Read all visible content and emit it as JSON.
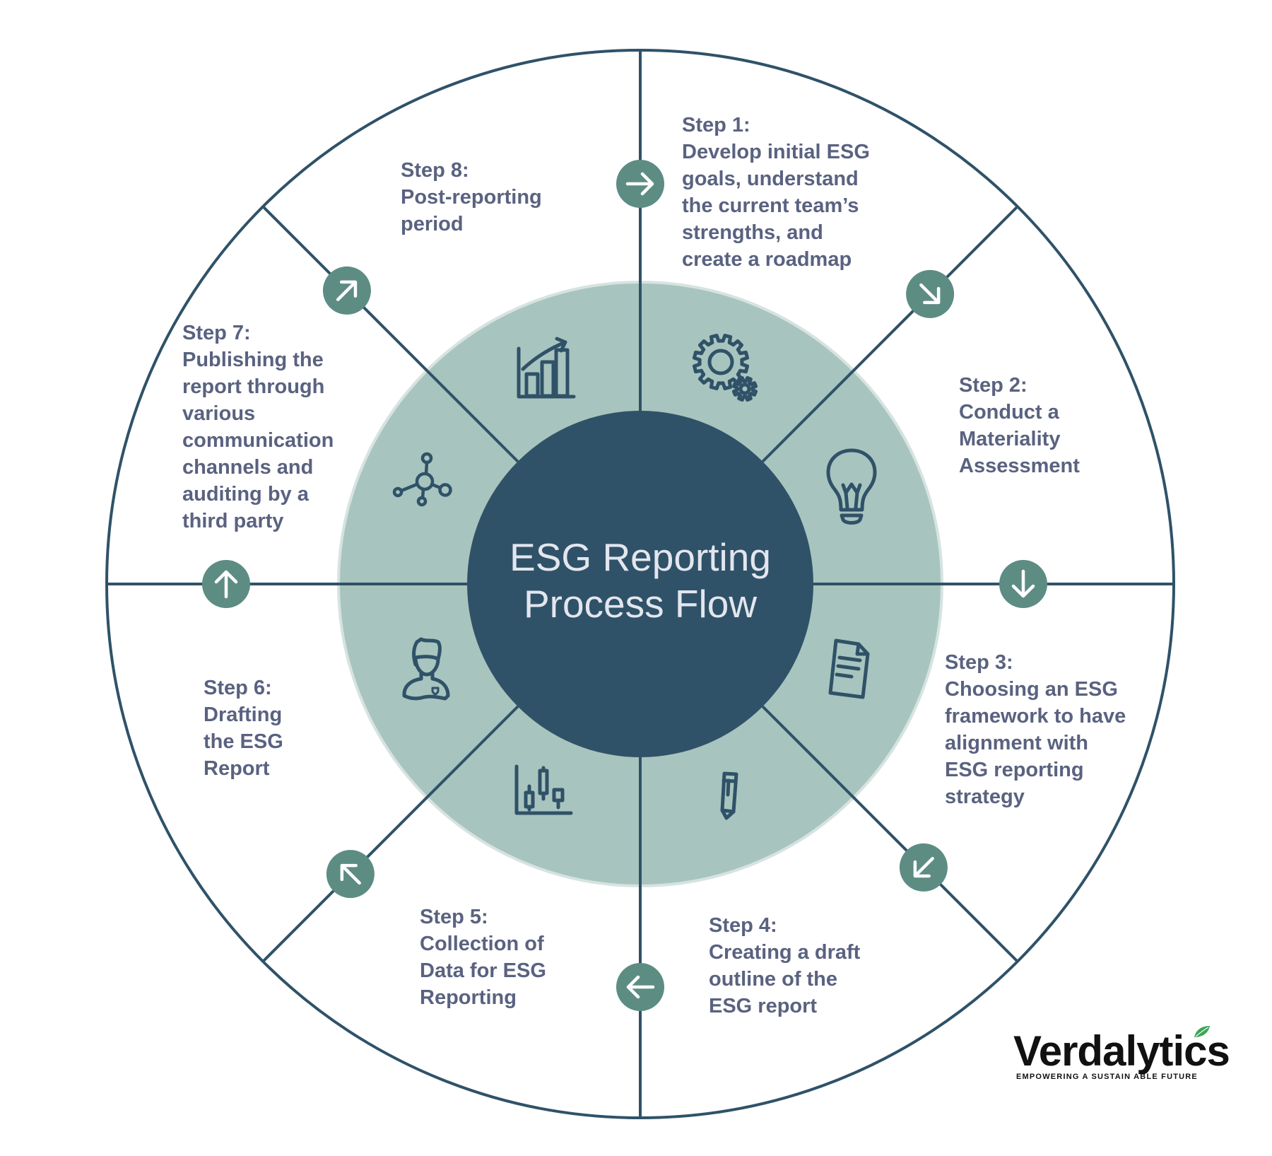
{
  "title": {
    "lines": [
      "ESG Reporting",
      "Process Flow"
    ]
  },
  "colors": {
    "outline": "#2f5268",
    "inner_circle": "#2f5268",
    "ring_fill": "#a8c4be",
    "ring_edge": "#d6e3e0",
    "badge_fill": "#5d8c83",
    "badge_arrow": "#ffffff",
    "icon_stroke": "#2f5268",
    "step_text": "#5a6280",
    "title_text": "#e3e6ee",
    "logo_text": "#111111",
    "logo_leaf": "#3aa657"
  },
  "steps": [
    {
      "number": 1,
      "heading": "Step 1:",
      "lines": [
        "Develop initial ESG",
        "goals, understand",
        "the current team’s",
        "strengths, and",
        "create a roadmap"
      ],
      "icon": "gears-icon",
      "arrow": "arrow-right-icon"
    },
    {
      "number": 2,
      "heading": "Step 2:",
      "lines": [
        "Conduct a",
        "Materiality",
        "Assessment"
      ],
      "icon": "lightbulb-icon",
      "arrow": "arrow-down-right-icon"
    },
    {
      "number": 3,
      "heading": "Step 3:",
      "lines": [
        "Choosing an ESG",
        "framework to have",
        "alignment with",
        "ESG reporting",
        "strategy"
      ],
      "icon": "document-icon",
      "arrow": "arrow-down-icon"
    },
    {
      "number": 4,
      "heading": "Step 4:",
      "lines": [
        "Creating a draft",
        "outline of the",
        "ESG report"
      ],
      "icon": "pencil-icon",
      "arrow": "arrow-down-left-icon"
    },
    {
      "number": 5,
      "heading": "Step 5:",
      "lines": [
        "Collection of",
        "Data for ESG",
        "Reporting"
      ],
      "icon": "candlestick-chart-icon",
      "arrow": "arrow-left-icon"
    },
    {
      "number": 6,
      "heading": "Step 6:",
      "lines": [
        "Drafting",
        "the ESG",
        "Report"
      ],
      "icon": "person-icon",
      "arrow": "arrow-up-left-icon"
    },
    {
      "number": 7,
      "heading": "Step 7:",
      "lines": [
        "Publishing the",
        "report through",
        "various",
        "communication",
        "channels and",
        "auditing by a",
        "third party"
      ],
      "icon": "network-nodes-icon",
      "arrow": "arrow-up-icon"
    },
    {
      "number": 8,
      "heading": "Step 8:",
      "lines": [
        "Post-reporting",
        "period"
      ],
      "icon": "growth-chart-icon",
      "arrow": "arrow-up-right-icon"
    }
  ],
  "logo": {
    "name": "Verdalytics",
    "tagline": "EMPOWERING A SUSTAIN   ABLE  FUTURE",
    "leaf_icon": "leaf-icon"
  }
}
